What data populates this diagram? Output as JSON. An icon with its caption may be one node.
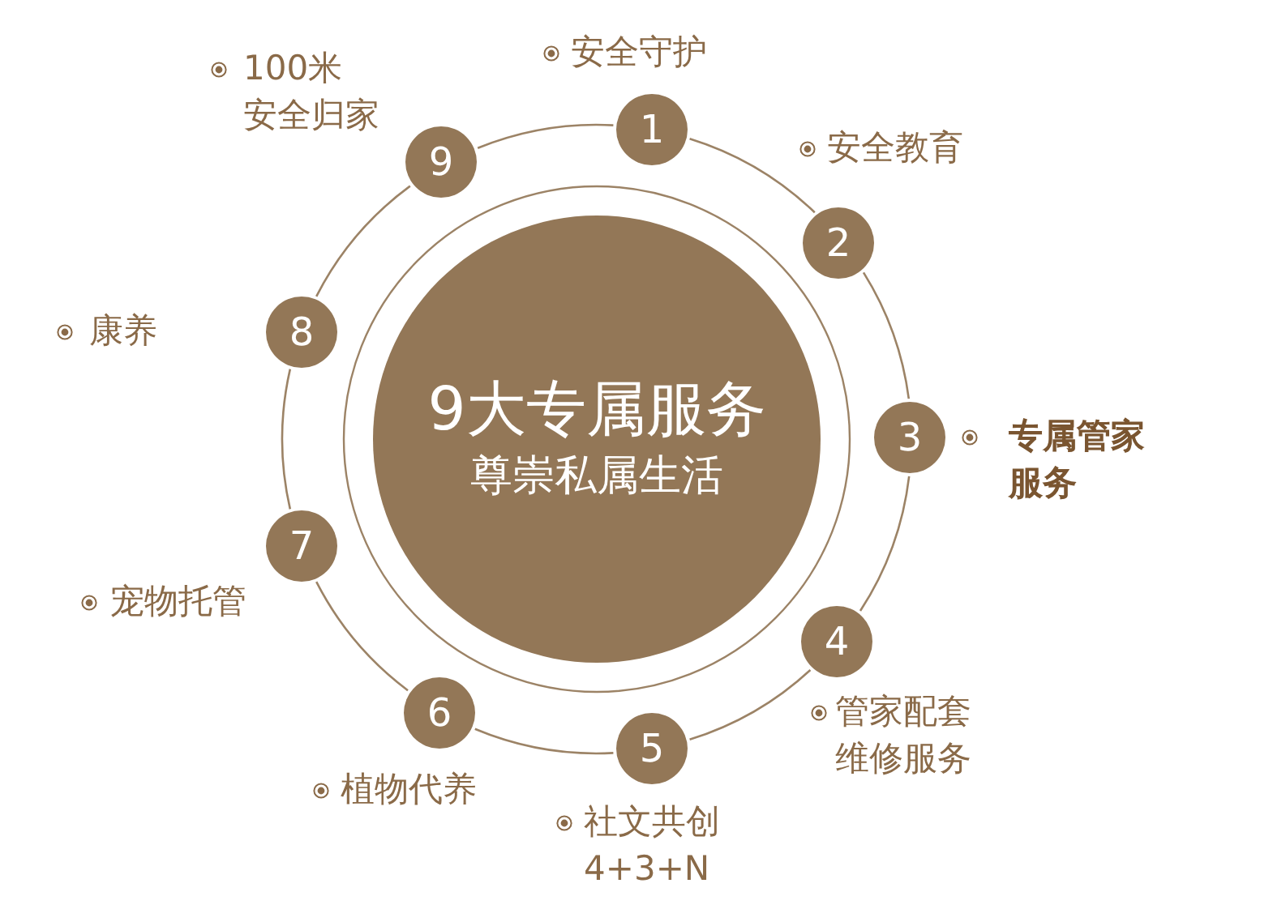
{
  "diagram": {
    "nodes": [
      {
        "text": [
          "9大专属服务",
          "尊崇私属生活"
        ]
      },
      {
        "text": [
          "1"
        ],
        "beside": [
          "安全守护"
        ]
      },
      {
        "text": [
          "2"
        ],
        "beside": [
          "安全教育"
        ]
      },
      {
        "text": [
          "3"
        ],
        "beside": [
          "专属管家服务"
        ]
      },
      {
        "text": [
          "4"
        ],
        "beside": [
          "管家配套维修服务"
        ]
      },
      {
        "text": [
          "5"
        ],
        "beside": [
          "社文共创4+3+N"
        ]
      },
      {
        "text": [
          "6"
        ],
        "beside": [
          "植物代养"
        ]
      },
      {
        "text": [
          "7"
        ],
        "beside": [
          "宠物托管"
        ]
      },
      {
        "text": [
          "8"
        ],
        "beside": [
          "康养"
        ]
      },
      {
        "text": [
          "9"
        ],
        "beside": [
          "100米安全归家"
        ]
      }
    ],
    "edges": [
      {
        "from": 1,
        "to": 2,
        "arrow": "none"
      },
      {
        "from": 2,
        "to": 3,
        "arrow": "none"
      },
      {
        "from": 3,
        "to": 4,
        "arrow": "none"
      },
      {
        "from": 4,
        "to": 5,
        "arrow": "none"
      },
      {
        "from": 5,
        "to": 6,
        "arrow": "none"
      },
      {
        "from": 6,
        "to": 7,
        "arrow": "none"
      },
      {
        "from": 7,
        "to": 8,
        "arrow": "none"
      },
      {
        "from": 8,
        "to": 9,
        "arrow": "none"
      },
      {
        "from": 9,
        "to": 1,
        "arrow": "none"
      }
    ]
  }
}
